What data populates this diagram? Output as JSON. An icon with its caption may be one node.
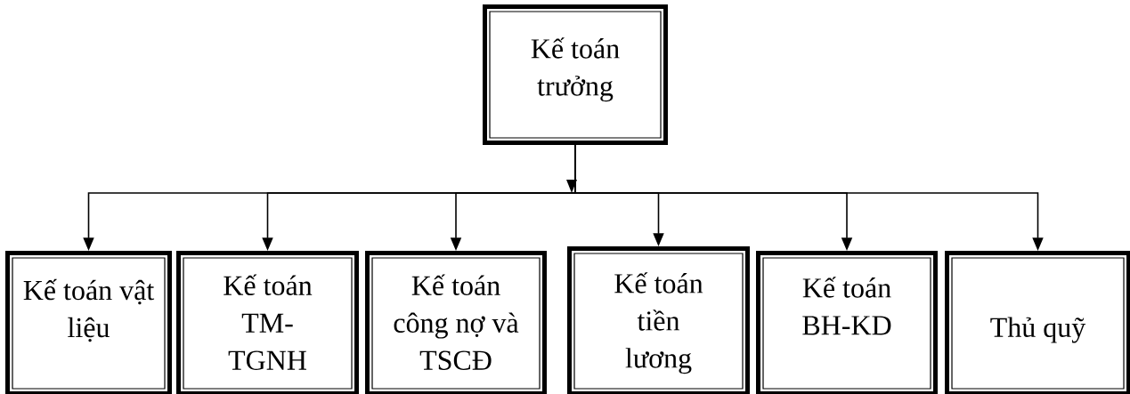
{
  "diagram": {
    "nodes": [
      {
        "text": [
          "Kế toán trưởng"
        ]
      },
      {
        "text": [
          "Kế toán vật liệu"
        ]
      },
      {
        "text": [
          "Kế toán TM-TGNH"
        ]
      },
      {
        "text": [
          "Kế toán công nợ và TSCĐ"
        ]
      },
      {
        "text": [
          "Kế toán tiền lương"
        ]
      },
      {
        "text": [
          "Kế toán BH-KD"
        ]
      },
      {
        "text": [
          "Thủ quỹ"
        ]
      }
    ],
    "edges": [
      {
        "from": 0,
        "to": 1,
        "arrow": "to"
      },
      {
        "from": 0,
        "to": 2,
        "arrow": "to"
      },
      {
        "from": 0,
        "to": 3,
        "arrow": "to"
      },
      {
        "from": 0,
        "to": 4,
        "arrow": "to"
      },
      {
        "from": 0,
        "to": 5,
        "arrow": "to"
      },
      {
        "from": 0,
        "to": 6,
        "arrow": "to"
      }
    ]
  }
}
